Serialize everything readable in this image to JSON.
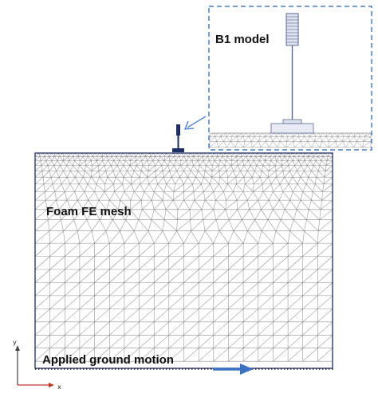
{
  "labels": {
    "inset_title": "B1 model",
    "mesh_label": "Foam FE mesh",
    "motion_label": "Applied ground motion",
    "axis_x": "x",
    "axis_y": "y"
  },
  "colors": {
    "mesh_line": "#8f8f8f",
    "mesh_border": "#2a3b6e",
    "inset_border": "#4a7fc4",
    "arrow_blue": "#3b72c4",
    "probe_dark": "#1f2f66",
    "axis_x": "#c0392b",
    "axis_y": "#444444",
    "ground_dots": "#222222"
  }
}
